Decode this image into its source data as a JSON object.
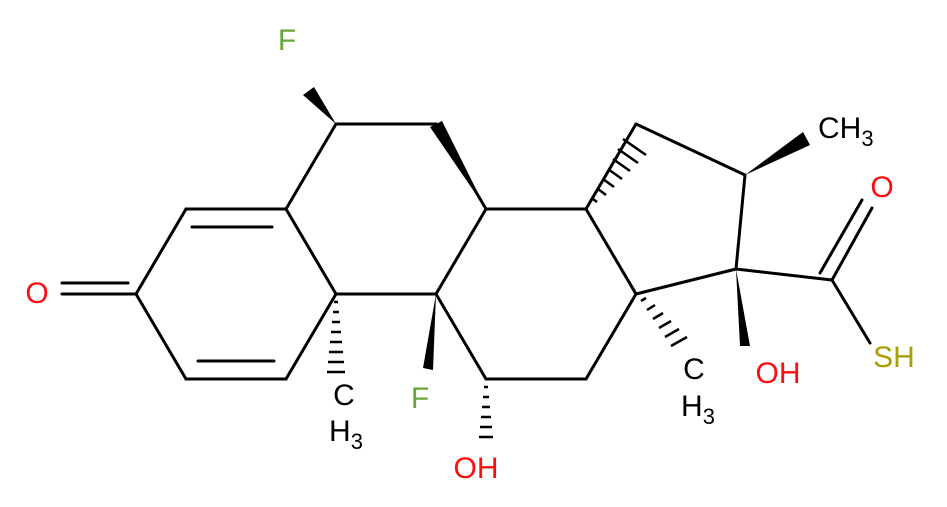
{
  "colors": {
    "bond": "#000000",
    "carbon": "#000000",
    "oxygen": "#ff0d0d",
    "fluorine": "#6aa538",
    "sulfur": "#a6a000"
  },
  "atoms": {
    "f6": "F",
    "f9": "F",
    "o3": "O",
    "o_acid": "O",
    "oh11_o": "OH",
    "oh17_o": "OH",
    "sh": "SH",
    "me16_c": "CH",
    "me16_sub": "3",
    "me10_c": "C",
    "me10_h": "H",
    "me10_sub": "3",
    "me13_c": "C",
    "me13_h": "H",
    "me13_sub": "3"
  }
}
